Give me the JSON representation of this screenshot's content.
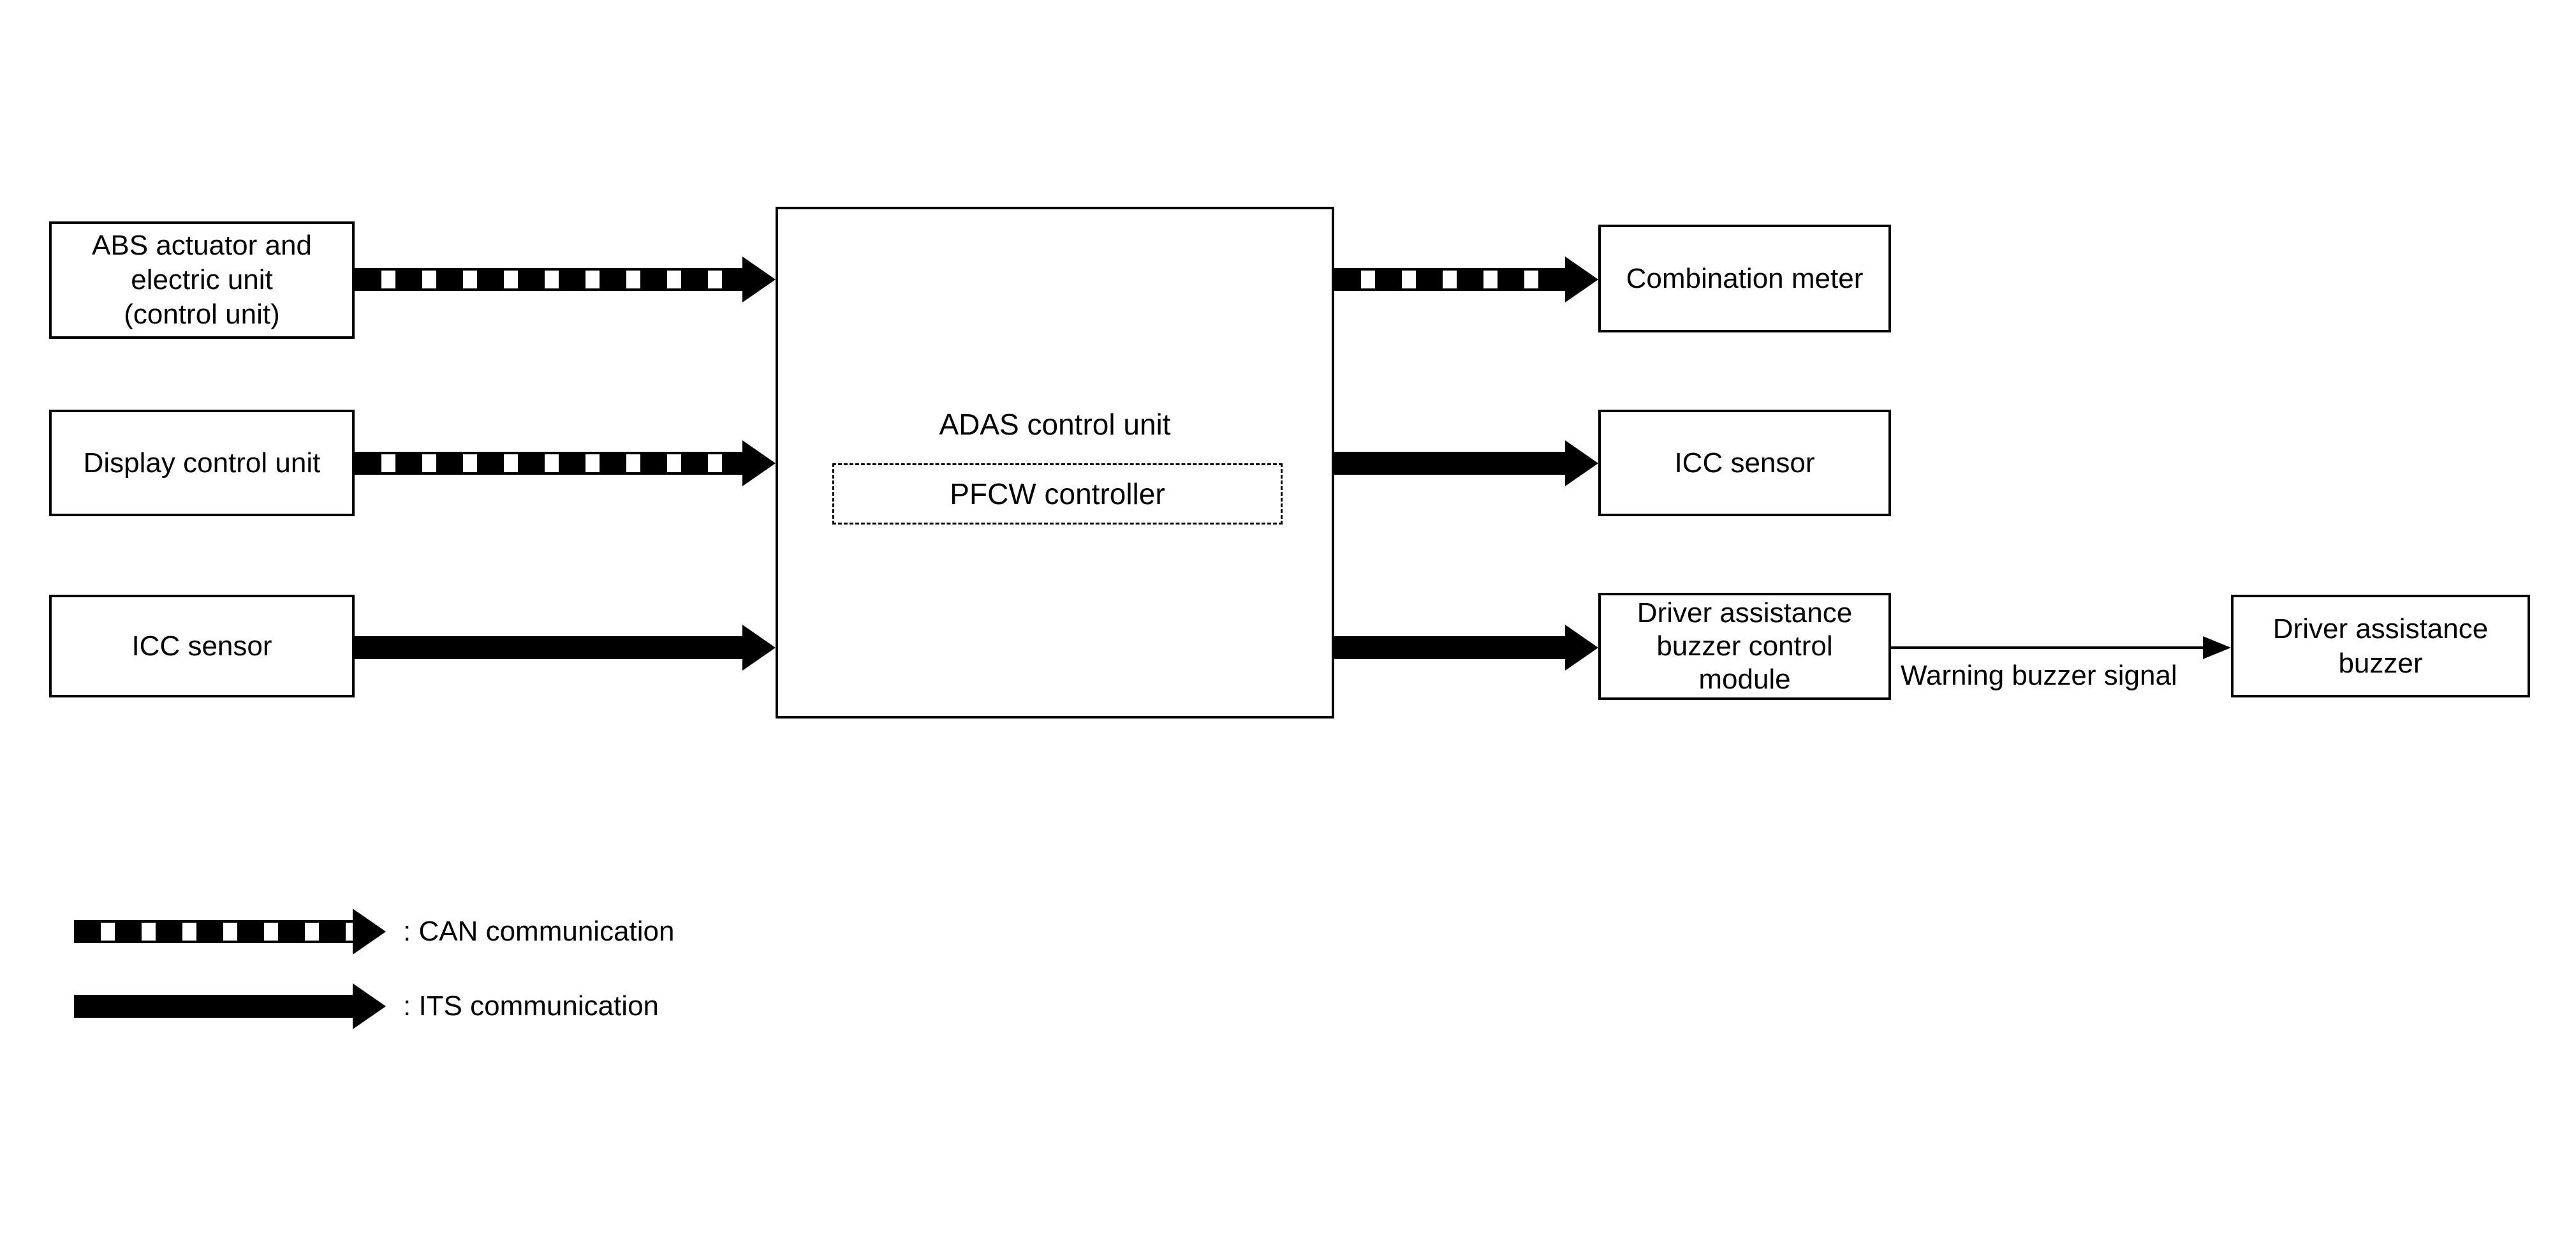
{
  "diagram": {
    "title_hint": "PFCW system block diagram",
    "colors": {
      "foreground": "#000000",
      "background": "#ffffff"
    },
    "nodes": {
      "abs": {
        "label": "ABS actuator and\nelectric unit\n(control unit)"
      },
      "display": {
        "label": "Display control unit"
      },
      "icc_left": {
        "label": "ICC sensor"
      },
      "adas": {
        "label": "ADAS control unit"
      },
      "pfcw": {
        "label": "PFCW controller"
      },
      "combination_meter": {
        "label": "Combination meter"
      },
      "icc_right": {
        "label": "ICC sensor"
      },
      "buzzer_module": {
        "label": "Driver assistance\nbuzzer control\nmodule"
      },
      "buzzer": {
        "label": "Driver assistance\nbuzzer"
      }
    },
    "edges": {
      "warning_signal_label": "Warning buzzer signal"
    },
    "legend": {
      "can": ": CAN communication",
      "its": ": ITS communication"
    }
  }
}
